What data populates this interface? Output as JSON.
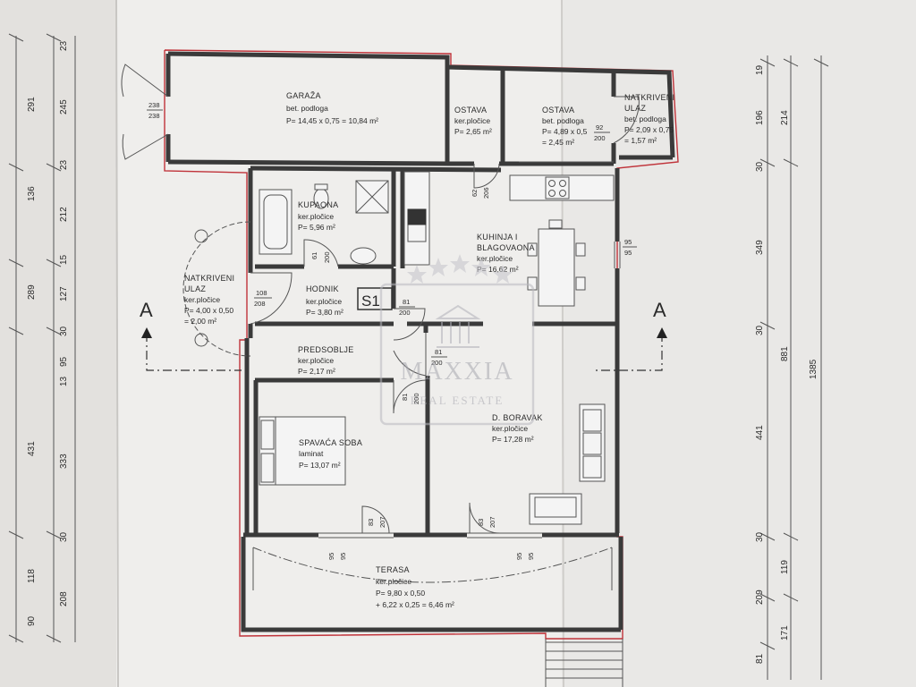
{
  "rooms": {
    "garaza": {
      "name": "GARAŽA",
      "floor": "bet. podloga",
      "area": "P= 14,45 x 0,75 = 10,84 m²"
    },
    "ostava1": {
      "name": "OSTAVA",
      "floor": "ker.pločice",
      "area": "P= 2,65 m²"
    },
    "ostava2": {
      "name": "OSTAVA",
      "floor": "bet. podloga",
      "area1": "P= 4,89 x 0,5",
      "area2": "= 2,45 m²"
    },
    "natkriveni_top": {
      "name1": "NATKRIVENI",
      "name2": "ULAZ",
      "floor": "bet. podloga",
      "area1": "P= 2,09 x 0,75",
      "area2": "= 1,57 m²"
    },
    "kupaona": {
      "name": "KUPAONA",
      "floor": "ker.pločice",
      "area": "P= 5,96 m²"
    },
    "kuhinja": {
      "name1": "KUHINJA I",
      "name2": "BLAGOVAONA",
      "floor": "ker.pločice",
      "area": "P= 16,62 m²"
    },
    "natkriveni_left": {
      "name1": "NATKRIVENI",
      "name2": "ULAZ",
      "floor": "ker.pločice",
      "area1": "P= 4,00 x 0,50",
      "area2": "= 2,00 m²"
    },
    "hodnik": {
      "name": "HODNIK",
      "floor": "ker.pločice",
      "area": "P= 3,80 m²"
    },
    "predsoblje": {
      "name": "PREDSOBLJE",
      "floor": "ker.pločice",
      "area": "P= 2,17 m²"
    },
    "spavaca": {
      "name": "SPAVAĆA SOBA",
      "floor": "laminat",
      "area": "P= 13,07 m²"
    },
    "boravak": {
      "name": "D. BORAVAK",
      "floor": "ker.pločice",
      "area": "P= 17,28 m²"
    },
    "terasa": {
      "name": "TERASA",
      "floor": "ker.pločice",
      "area1": "P= 9,80 x 0,50",
      "area2": "+ 6,22 x 0,25 = 6,46 m²"
    }
  },
  "openings": {
    "garage_door": [
      "238",
      "238"
    ],
    "ostava_door": [
      "62",
      "206"
    ],
    "ostava2_door": [
      "92",
      "200"
    ],
    "kupaona_door": [
      "61",
      "200"
    ],
    "left_entry_door": [
      "108",
      "208"
    ],
    "hodnik_door": [
      "81",
      "200"
    ],
    "predsoblje_door": [
      "81",
      "200"
    ],
    "bedroom_door": [
      "81",
      "200"
    ],
    "kitchen_window": [
      "95",
      "95"
    ],
    "bedroom_balcony_door": [
      "83",
      "207"
    ],
    "living_balcony_door": [
      "83",
      "207"
    ],
    "terrace_window_left": [
      "95",
      "95"
    ],
    "terrace_window_right": [
      "95",
      "95"
    ]
  },
  "markers": {
    "section_label": "S1",
    "cut_left": "A",
    "cut_right": "A"
  },
  "dims_left_outer": [
    "23",
    "291",
    "23",
    "136",
    "15",
    "289",
    "30",
    "13",
    "431",
    "30",
    "118",
    "90"
  ],
  "dims_left_inner": [
    "245",
    "212",
    "127",
    "95",
    "333",
    "208"
  ],
  "dims_right_inner": [
    "19",
    "196",
    "30",
    "349",
    "30",
    "441",
    "30",
    "209",
    "81"
  ],
  "dims_right_middle": [
    "214",
    "881",
    "119",
    "171"
  ],
  "dims_right_outer": [
    "1385"
  ],
  "watermark": {
    "brand": "MAXXIA",
    "sub": "REAL ESTATE"
  }
}
